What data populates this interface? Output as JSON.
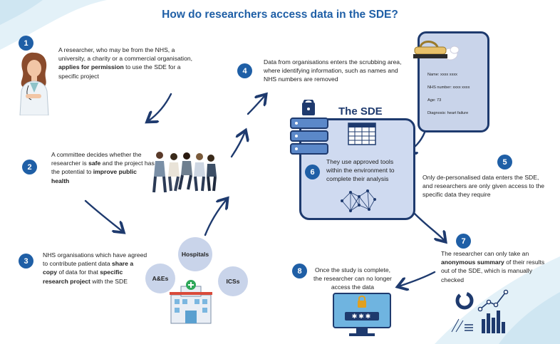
{
  "title": "How do researchers access data in the SDE?",
  "steps": [
    {
      "num": "1"
    },
    {
      "num": "2"
    },
    {
      "num": "3"
    },
    {
      "num": "4"
    },
    {
      "num": "5"
    },
    {
      "num": "6"
    },
    {
      "num": "7"
    },
    {
      "num": "8"
    }
  ],
  "step1": {
    "a": "A researcher, who may be from the NHS, a university, a charity or a commercial organisation, ",
    "b": "applies for permission",
    "c": " to use the SDE for a specific project"
  },
  "step2": {
    "a": "A committee decides whether the researcher is ",
    "b": "safe",
    "c": " and the project has the potential to ",
    "d": "improve public health"
  },
  "step3": {
    "a": "NHS organisations which have agreed to contribute patient data ",
    "b": "share a copy",
    "c": " of data for that ",
    "d": "specific research project",
    "e": " with the SDE"
  },
  "step4": {
    "text": "Data from organisations enters the scrubbing area, where identifying information, such as names and NHS numbers are removed"
  },
  "step5": {
    "text": "Only de-personalised data enters the SDE, and researchers are only given access to the specific data they require"
  },
  "step6": {
    "text": "They use approved tools within the environment to complete their analysis"
  },
  "step7": {
    "a": "The researcher can only take an ",
    "b": "anonymous summary",
    "c": " of their results out of the SDE, which is manually checked"
  },
  "step8": {
    "text": "Once the study is complete, the researcher can no longer access the data"
  },
  "sources": {
    "hospitals": "Hospitals",
    "aes": "A&Es",
    "icss": "ICSs"
  },
  "sde": {
    "title": "The SDE"
  },
  "record": {
    "name": "Name: xxxx xxxx",
    "nhs": "NHS number: xxxx xxxx",
    "age": "Age: 73",
    "diagnosis": "Diagnosis: heart failure"
  },
  "login": {
    "password": "✱✱✱"
  },
  "colors": {
    "primary": "#1f5fa6",
    "navy": "#1e3a6e",
    "light": "#c9d4ea",
    "sde_bg": "#cfdaf0",
    "wave": "#cfe6f2"
  }
}
